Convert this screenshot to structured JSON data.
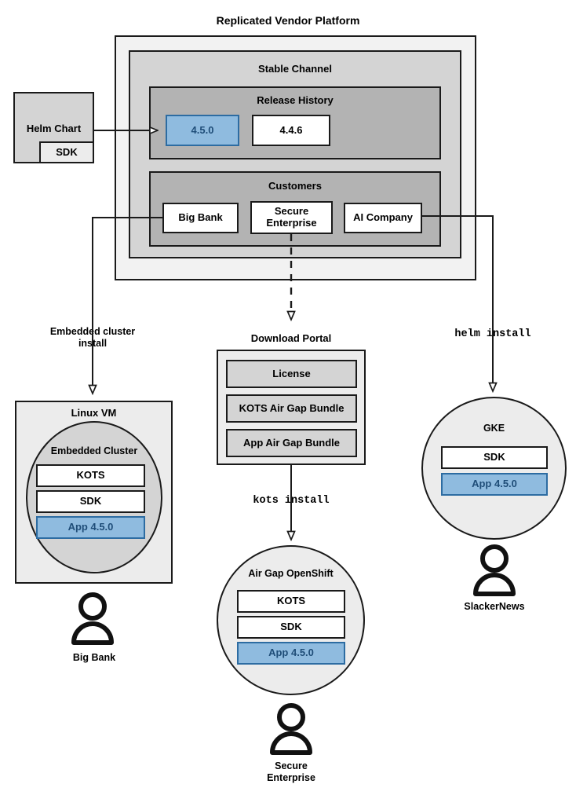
{
  "diagram": {
    "title": "Replicated Vendor Platform",
    "platform": {
      "stable_channel": {
        "title": "Stable Channel",
        "release_history": {
          "title": "Release History",
          "releases": [
            {
              "version": "4.5.0",
              "state": "highlighted"
            },
            {
              "version": "4.4.6",
              "state": "normal"
            }
          ]
        },
        "customers": {
          "title": "Customers",
          "items": [
            {
              "name": "Big Bank"
            },
            {
              "name": "Secure\nEnterprise"
            },
            {
              "name": "AI Company"
            }
          ]
        }
      }
    },
    "helm_chart": {
      "title": "Helm Chart",
      "sdk_label": "SDK"
    },
    "edges": [
      {
        "label": "Embedded cluster\ninstall",
        "style": "plain"
      },
      {
        "label": "kots install",
        "style": "mono"
      },
      {
        "label": "helm install",
        "style": "mono"
      }
    ],
    "linux_vm": {
      "title": "Linux VM",
      "embedded_cluster": {
        "title": "Embedded Cluster",
        "components": [
          {
            "label": "KOTS",
            "state": "normal"
          },
          {
            "label": "SDK",
            "state": "normal"
          },
          {
            "label": "App 4.5.0",
            "state": "highlighted"
          }
        ]
      },
      "actor": "Big Bank"
    },
    "download_portal": {
      "title": "Download Portal",
      "artifacts": [
        {
          "label": "License"
        },
        {
          "label": "KOTS Air Gap Bundle"
        },
        {
          "label": "App Air Gap Bundle"
        }
      ],
      "install_command": "kots install"
    },
    "air_gap_openshift": {
      "title": "Air Gap OpenShift",
      "components": [
        {
          "label": "KOTS",
          "state": "normal"
        },
        {
          "label": "SDK",
          "state": "normal"
        },
        {
          "label": "App 4.5.0",
          "state": "highlighted"
        }
      ],
      "actor": "Secure\nEnterprise"
    },
    "gke": {
      "title": "GKE",
      "components": [
        {
          "label": "SDK",
          "state": "normal"
        },
        {
          "label": "App 4.5.0",
          "state": "highlighted"
        }
      ],
      "actor": "SlackerNews",
      "install_command": "helm install"
    },
    "colors": {
      "stroke": "#1a1a1a",
      "platform_fill": "#f2f2f2",
      "channel_fill": "#d4d4d4",
      "group_fill": "#b3b3b3",
      "highlight_fill": "#8fbbdf",
      "highlight_stroke": "#2d6ca2",
      "highlight_text": "#1f4d78",
      "cluster_fill": "#d4d4d4",
      "node_fill": "#ececec"
    }
  }
}
